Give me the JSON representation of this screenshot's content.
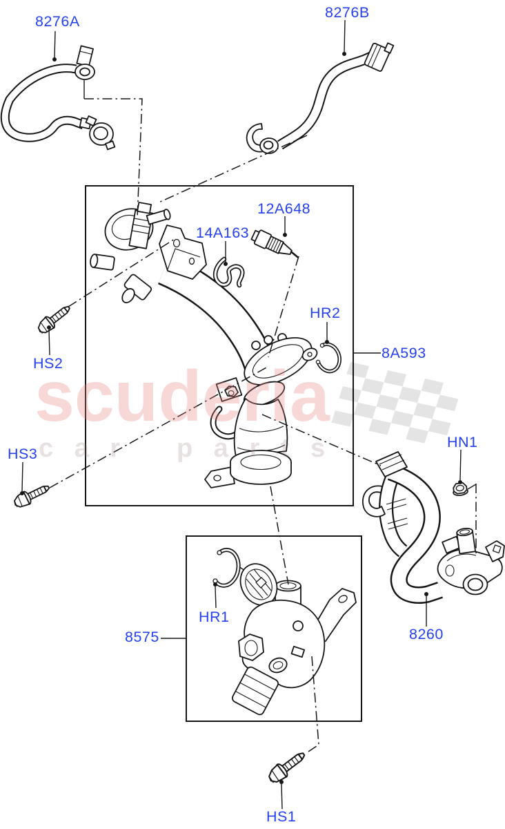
{
  "labels": {
    "p8276A": "8276A",
    "p8276B": "8276B",
    "p14A163": "14A163",
    "p12A648": "12A648",
    "pHR2": "HR2",
    "p8A593": "8A593",
    "pHS2": "HS2",
    "pHS3": "HS3",
    "pHN1": "HN1",
    "pHR1": "HR1",
    "p8575": "8575",
    "p8260": "8260",
    "pHS1": "HS1"
  },
  "watermark": {
    "brand": "scuderia",
    "tagline_left": "c a r",
    "tagline_right": "p a r t s"
  },
  "colors": {
    "label": "#2440f0",
    "line": "#161616",
    "watermark_pink": "rgba(232,122,122,0.30)",
    "watermark_gray": "rgba(150,120,120,0.22)",
    "flag": "rgba(0,0,0,0.105)"
  }
}
